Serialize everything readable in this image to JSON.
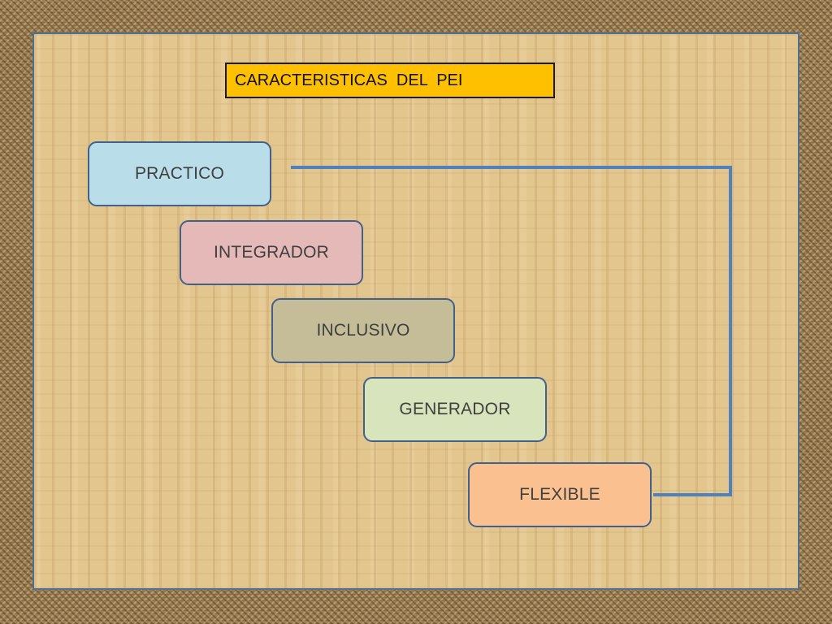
{
  "title": "CARACTERISTICAS  DEL  PEI",
  "nodes": [
    {
      "label": "PRACTICO",
      "fill": "#b9dde9"
    },
    {
      "label": "INTEGRADOR",
      "fill": "#e6b9b9"
    },
    {
      "label": "INCLUSIVO",
      "fill": "#c4bd97"
    },
    {
      "label": "GENERADOR",
      "fill": "#d7e4bc"
    },
    {
      "label": "FLEXIBLE",
      "fill": "#fac090"
    }
  ],
  "colors": {
    "connector": "#4f81bd",
    "title_fill": "#ffc000",
    "border": "#41618a"
  },
  "edges": [
    {
      "from": 0,
      "to": 4,
      "style": "bracket-right"
    }
  ]
}
